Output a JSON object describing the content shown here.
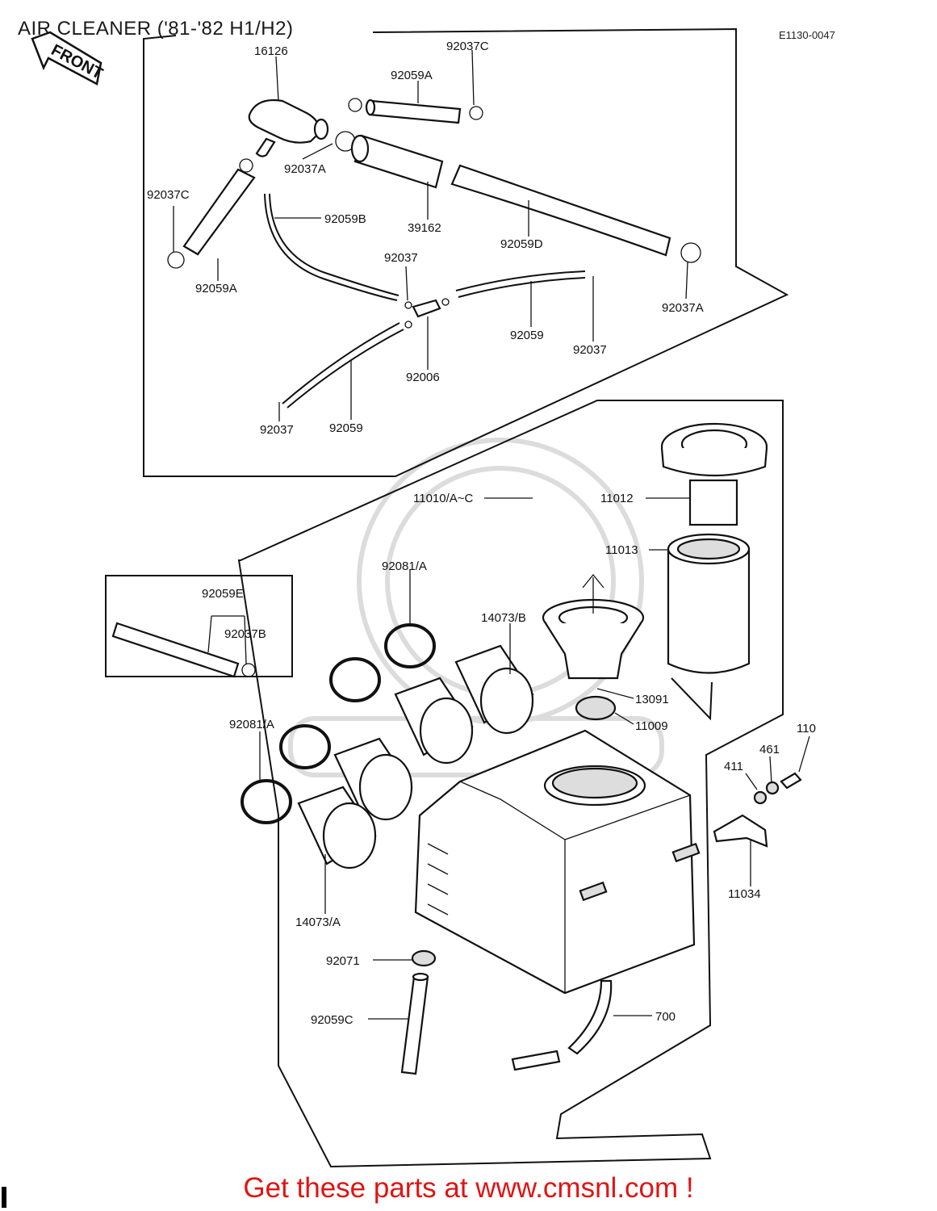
{
  "title": "AIR CLEANER ('81-'82 H1/H2)",
  "reference_code": "E1130-0047",
  "front_label": "FRONT",
  "footer_text": "Get these parts at www.cmsnl.com !",
  "parts": {
    "p16126": "16126",
    "p92037C_top": "92037C",
    "p92059A_top": "92059A",
    "p92037A_top": "92037A",
    "p39162": "39162",
    "p92059D": "92059D",
    "p92037A_right": "92037A",
    "p92037C_left": "92037C",
    "p92059B": "92059B",
    "p92059A_left": "92059A",
    "p92037_mid": "92037",
    "p92059_mid": "92059",
    "p92037_right": "92037",
    "p92006": "92006",
    "p92037_bottom": "92037",
    "p92059_bottom": "92059",
    "p11010": "11010/A~C",
    "p11012": "11012",
    "p11013": "11013",
    "p92081A_top": "92081/A",
    "p14073B": "14073/B",
    "p92059E": "92059E",
    "p92037B": "92037B",
    "p13091": "13091",
    "p11009": "11009",
    "p92081A_left": "92081/A",
    "p110": "110",
    "p461": "461",
    "p411": "411",
    "p11034": "11034",
    "p14073A": "14073/A",
    "p92071": "92071",
    "p92059C": "92059C",
    "p700": "700"
  }
}
